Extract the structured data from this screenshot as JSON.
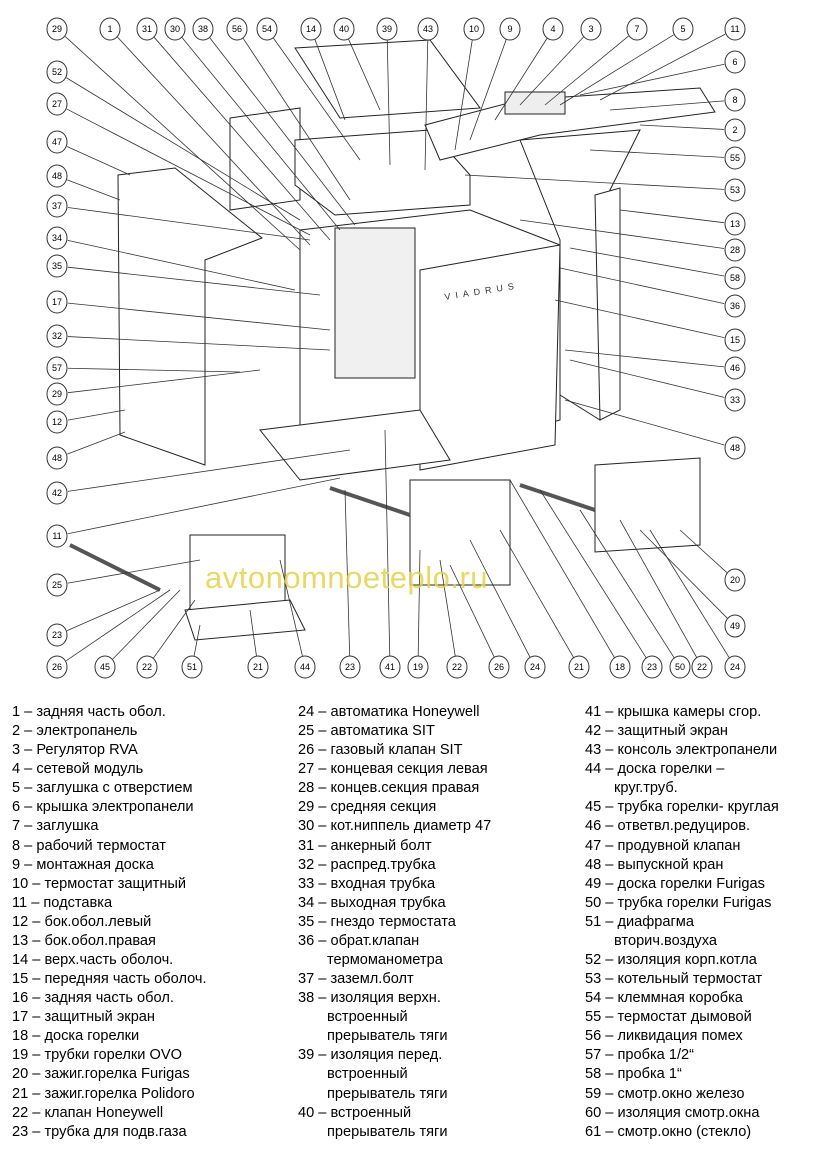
{
  "diagram": {
    "brand_label": "VIADRUS",
    "watermark": "avtonomnoeteplo.ru",
    "callouts_top": [
      "29",
      "1",
      "31",
      "30",
      "38",
      "56",
      "54",
      "14",
      "40",
      "39",
      "43",
      "10",
      "9",
      "4",
      "3",
      "7",
      "5",
      "11"
    ],
    "callouts_right": [
      "6",
      "8",
      "2",
      "55",
      "53",
      "13",
      "28",
      "58",
      "36",
      "15",
      "46",
      "33",
      "48"
    ],
    "callouts_left": [
      "52",
      "27",
      "47",
      "48",
      "37",
      "34",
      "35",
      "17",
      "32",
      "57",
      "29",
      "12",
      "48",
      "42",
      "11",
      "25",
      "23"
    ],
    "callouts_bottom": [
      "26",
      "45",
      "22",
      "51",
      "21",
      "44",
      "23",
      "41",
      "19",
      "22",
      "26",
      "24",
      "21",
      "18",
      "23",
      "50",
      "22",
      "24"
    ],
    "callouts_right_lower": [
      "20",
      "49"
    ]
  },
  "legend": [
    [
      {
        "lines": [
          "1 – задняя часть обол."
        ]
      },
      {
        "lines": [
          "2 – электропанель"
        ]
      },
      {
        "lines": [
          "3 – Регулятор RVA"
        ]
      },
      {
        "lines": [
          "4 – сетевой модуль"
        ]
      },
      {
        "lines": [
          "5 – заглушка с отверстием"
        ]
      },
      {
        "lines": [
          "6 – крышка электропанели"
        ]
      },
      {
        "lines": [
          "7 – заглушка"
        ]
      },
      {
        "lines": [
          "8 – рабочий термостат"
        ]
      },
      {
        "lines": [
          "9 – монтажная доска"
        ]
      },
      {
        "lines": [
          "10 – термостат защитный"
        ]
      },
      {
        "lines": [
          "11 – подставка"
        ]
      },
      {
        "lines": [
          "12 – бок.обол.левый"
        ]
      },
      {
        "lines": [
          "13 – бок.обол.правая"
        ]
      },
      {
        "lines": [
          "14 – верх.часть оболоч."
        ]
      },
      {
        "lines": [
          "15 – передняя часть оболоч."
        ]
      },
      {
        "lines": [
          "16 – задняя часть обол."
        ]
      },
      {
        "lines": [
          "17 – защитный экран"
        ]
      },
      {
        "lines": [
          "18 – доска горелки"
        ]
      },
      {
        "lines": [
          "19 – трубки горелки OVO"
        ]
      },
      {
        "lines": [
          "20 – зажиг.горелка Furigas"
        ]
      },
      {
        "lines": [
          "21 – зажиг.горелка Polidoro"
        ]
      },
      {
        "lines": [
          "22 – клапан Honeywell"
        ]
      },
      {
        "lines": [
          "23 – трубка для подв.газа"
        ]
      }
    ],
    [
      {
        "lines": [
          "24 – автоматика Honeywell"
        ]
      },
      {
        "lines": [
          "25 – автоматика SIT"
        ]
      },
      {
        "lines": [
          "26 – газовый клапан SIT"
        ]
      },
      {
        "lines": [
          "27 – концевая секция левая"
        ]
      },
      {
        "lines": [
          "28 – концев.секция правая"
        ]
      },
      {
        "lines": [
          "29 – средняя секция"
        ]
      },
      {
        "lines": [
          "30 – кот.ниппель диаметр 47"
        ]
      },
      {
        "lines": [
          "31 – анкерный болт"
        ]
      },
      {
        "lines": [
          "32 – распред.трубка"
        ]
      },
      {
        "lines": [
          "33 – входная трубка"
        ]
      },
      {
        "lines": [
          "34 – выходная трубка"
        ]
      },
      {
        "lines": [
          "35 – гнездо термостата"
        ]
      },
      {
        "lines": [
          "36 – обрат.клапан",
          "термоманометра"
        ]
      },
      {
        "lines": [
          "37 – заземл.болт"
        ]
      },
      {
        "lines": [
          "38 – изоляция верхн.",
          "встроенный",
          "прерыватель тяги"
        ]
      },
      {
        "lines": [
          "39 – изоляция перед.",
          "встроенный",
          "прерыватель тяги"
        ]
      },
      {
        "lines": [
          "40 – встроенный",
          "прерыватель тяги"
        ]
      }
    ],
    [
      {
        "lines": [
          "41 – крышка камеры сгор."
        ]
      },
      {
        "lines": [
          "42 – защитный экран"
        ]
      },
      {
        "lines": [
          "43 – консоль электропанели"
        ]
      },
      {
        "lines": [
          "44 – доска горелки –",
          "круг.труб."
        ]
      },
      {
        "lines": [
          "45 – трубка горелки- круглая"
        ]
      },
      {
        "lines": [
          "46 – ответвл.редуциров."
        ]
      },
      {
        "lines": [
          "47 – продувной клапан"
        ]
      },
      {
        "lines": [
          "48 – выпускной кран"
        ]
      },
      {
        "lines": [
          "49 – доска горелки Furigas"
        ]
      },
      {
        "lines": [
          "50 – трубка горелки Furigas"
        ]
      },
      {
        "lines": [
          "51 – диафрагма",
          "вторич.воздуха"
        ]
      },
      {
        "lines": [
          "52 – изоляция корп.котла"
        ]
      },
      {
        "lines": [
          "53 – котельный термостат"
        ]
      },
      {
        "lines": [
          "54 – клеммная коробка"
        ]
      },
      {
        "lines": [
          "55 – термостат дымовой"
        ]
      },
      {
        "lines": [
          "56 – ликвидация помех"
        ]
      },
      {
        "lines": [
          "57 – пробка 1/2“"
        ]
      },
      {
        "lines": [
          "58 – пробка 1“"
        ]
      },
      {
        "lines": [
          "59 – смотр.окно железо"
        ]
      },
      {
        "lines": [
          "60 – изоляция смотр.окна"
        ]
      },
      {
        "lines": [
          "61 – смотр.окно (стекло)"
        ]
      }
    ]
  ]
}
